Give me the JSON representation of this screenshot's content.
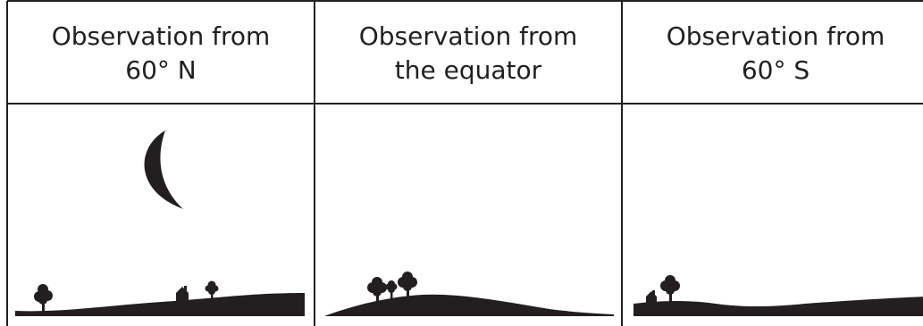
{
  "columns": [
    {
      "line1": "Observation from",
      "line2": "60° N"
    },
    {
      "line1": "Observation from",
      "line2": "the equator"
    },
    {
      "line1": "Observation from",
      "line2": "60° S"
    }
  ],
  "colors": {
    "ink": "#231f20",
    "background": "#ffffff"
  },
  "icons": [
    "moon-icon",
    "tree-icon",
    "house-icon",
    "hill-icon"
  ]
}
